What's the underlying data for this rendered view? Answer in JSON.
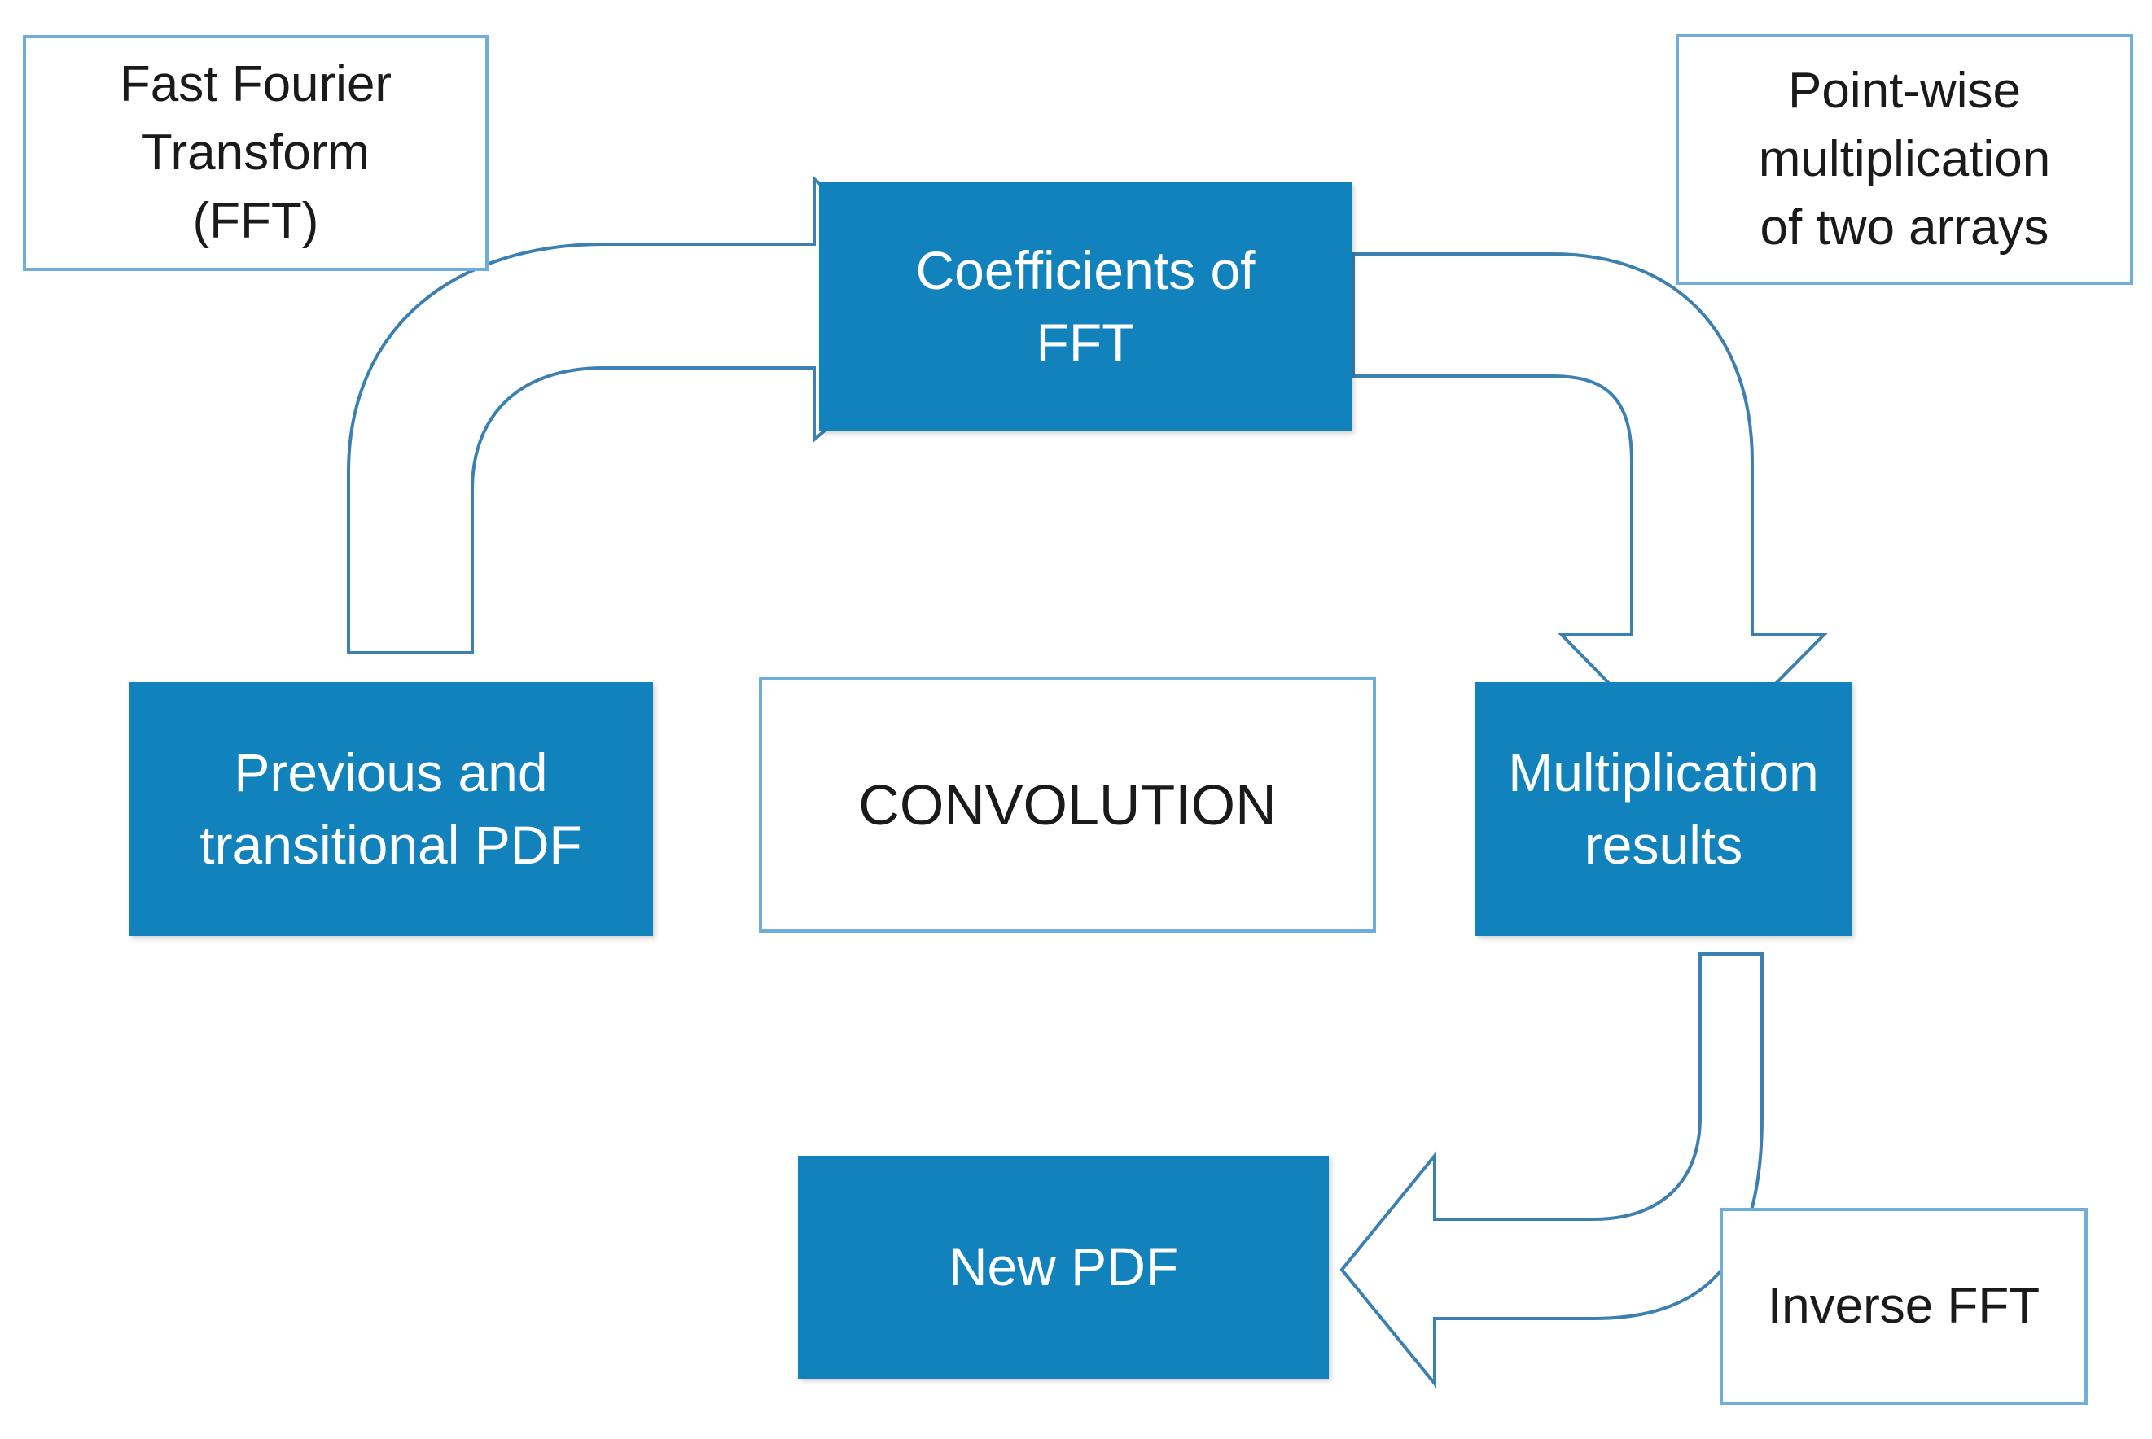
{
  "diagram": {
    "title": "FFT-based convolution flowchart",
    "colors": {
      "fill_blue": "#1282BC",
      "outline_blue": "#6FAEDB",
      "arrow_stroke": "#3C7FB1",
      "arrow_fill": "#FFFFFF",
      "text_dark": "#1A1A1A",
      "text_light": "#FFFFFF",
      "background": "#FFFFFF"
    },
    "nodes": [
      {
        "id": "fft",
        "label": "Fast Fourier\nTransform\n(FFT)",
        "style": "outline"
      },
      {
        "id": "pointwise",
        "label": "Point-wise\nmultiplication\nof two arrays",
        "style": "outline"
      },
      {
        "id": "coef",
        "label": "Coefficients of\nFFT",
        "style": "filled"
      },
      {
        "id": "prevpdf",
        "label": "Previous and\ntransitional PDF",
        "style": "filled"
      },
      {
        "id": "conv",
        "label": "CONVOLUTION",
        "style": "outline"
      },
      {
        "id": "multres",
        "label": "Multiplication\nresults",
        "style": "filled"
      },
      {
        "id": "newpdf",
        "label": "New PDF",
        "style": "filled"
      },
      {
        "id": "invfft",
        "label": "Inverse FFT",
        "style": "outline"
      }
    ],
    "arrows": [
      {
        "id": "arrow-prevpdf-to-coef",
        "from": "prevpdf",
        "to": "coef",
        "shape": "curved-up-right",
        "direction": "right"
      },
      {
        "id": "arrow-coef-to-multres",
        "from": "coef",
        "to": "multres",
        "shape": "curved-right-down",
        "direction": "down"
      },
      {
        "id": "arrow-multres-to-newpdf",
        "from": "multres",
        "to": "newpdf",
        "shape": "curved-down-left",
        "direction": "left"
      }
    ]
  }
}
